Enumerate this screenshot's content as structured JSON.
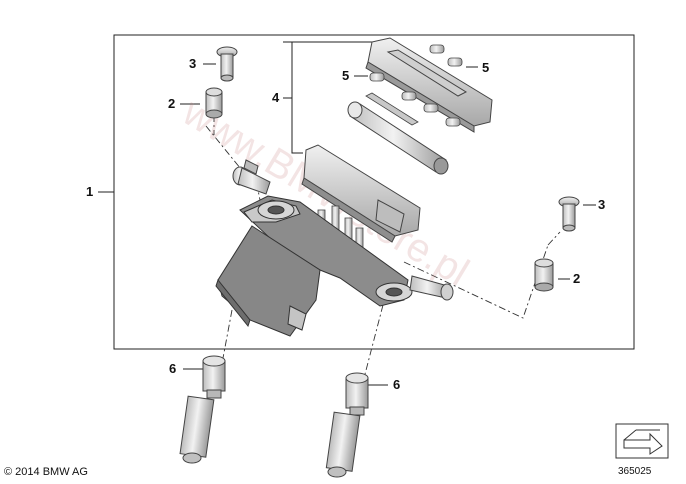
{
  "callouts": {
    "c1": "1",
    "c2_left": "2",
    "c2_right": "2",
    "c3_left": "3",
    "c3_right": "3",
    "c4": "4",
    "c5_left": "5",
    "c5_right": "5",
    "c6_left": "6",
    "c6_right": "6"
  },
  "footer": {
    "copyright": "© 2014 BMW AG",
    "diagram_number": "365025"
  },
  "watermark": "www.BMWstore.pl",
  "colors": {
    "part_fill": "#e6e6e6",
    "part_dark": "#8c8c8c",
    "outline": "#333333",
    "watermark": "#c88282"
  }
}
